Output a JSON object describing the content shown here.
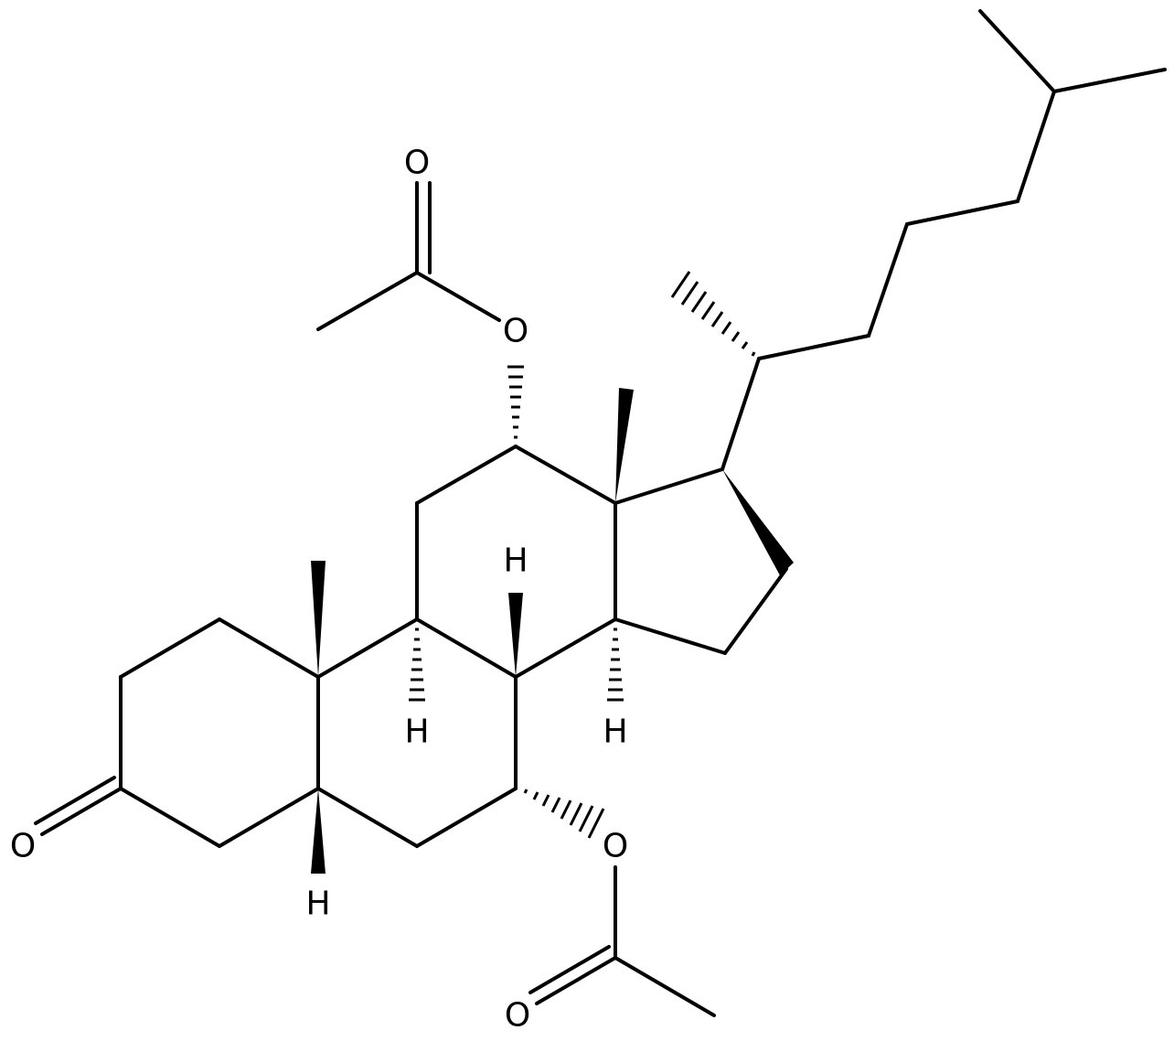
{
  "atoms": {
    "o_ketone": "O",
    "o_ester12": "O",
    "o_carbonyl12": "O",
    "o_ester7": "O",
    "o_carbonyl7": "O",
    "h_c5": "H",
    "h_c9": "H",
    "h_c8": "H",
    "h_c14": "H"
  }
}
